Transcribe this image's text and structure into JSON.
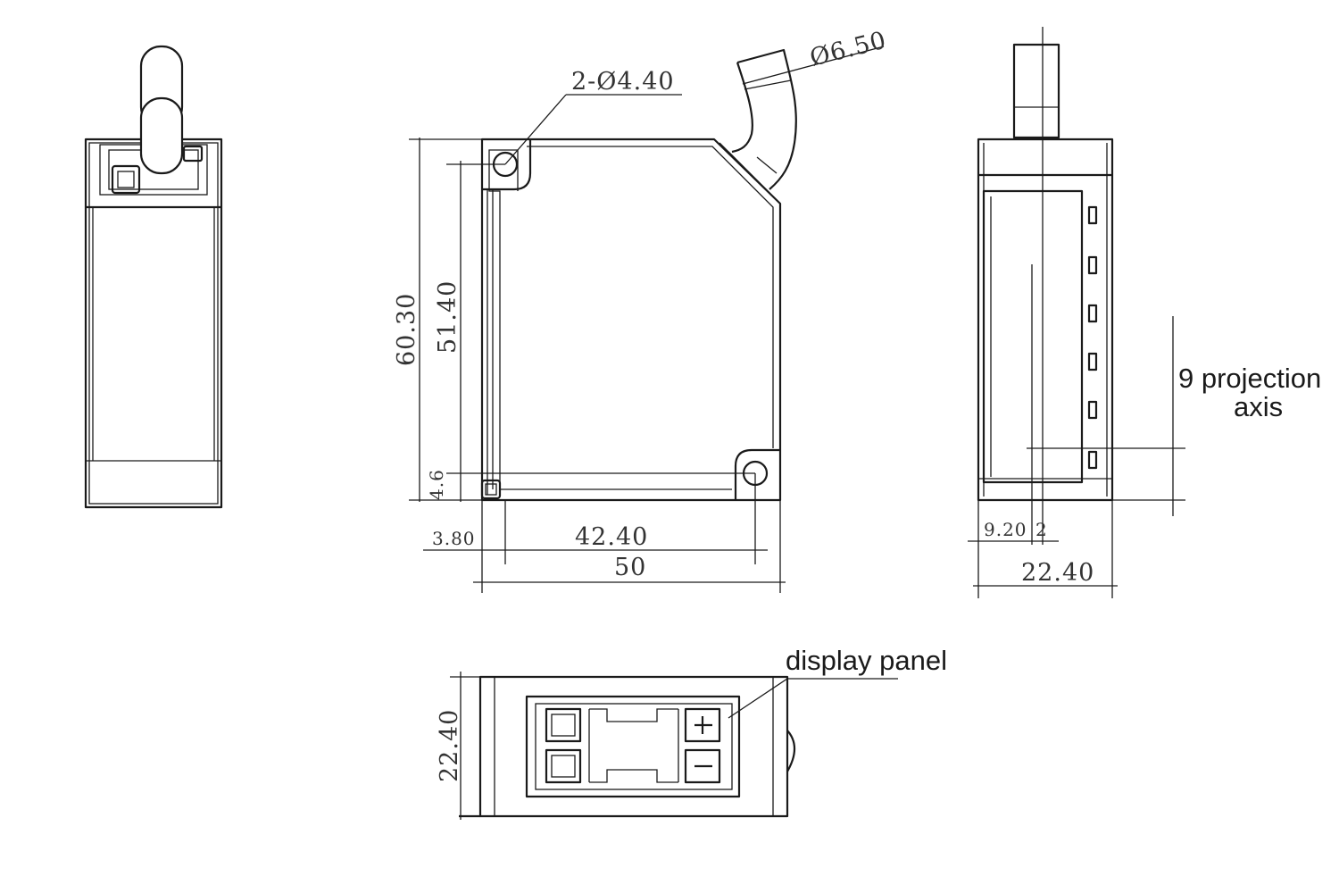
{
  "dimensions": {
    "hole_callout": "2-Ø4.40",
    "cable_diameter": "Ø6.50",
    "height_total": "60.30",
    "height_holes": "51.40",
    "height_offset": "4.6",
    "width_offset": "3.80",
    "width_holes": "42.40",
    "width_total": "50",
    "side_offset": "9.20",
    "side_small": "2",
    "side_width": "22.40",
    "bottom_width": "22.40"
  },
  "annotations": {
    "projection_line1": "9 projection",
    "projection_line2": "axis",
    "display_panel": "display panel"
  }
}
